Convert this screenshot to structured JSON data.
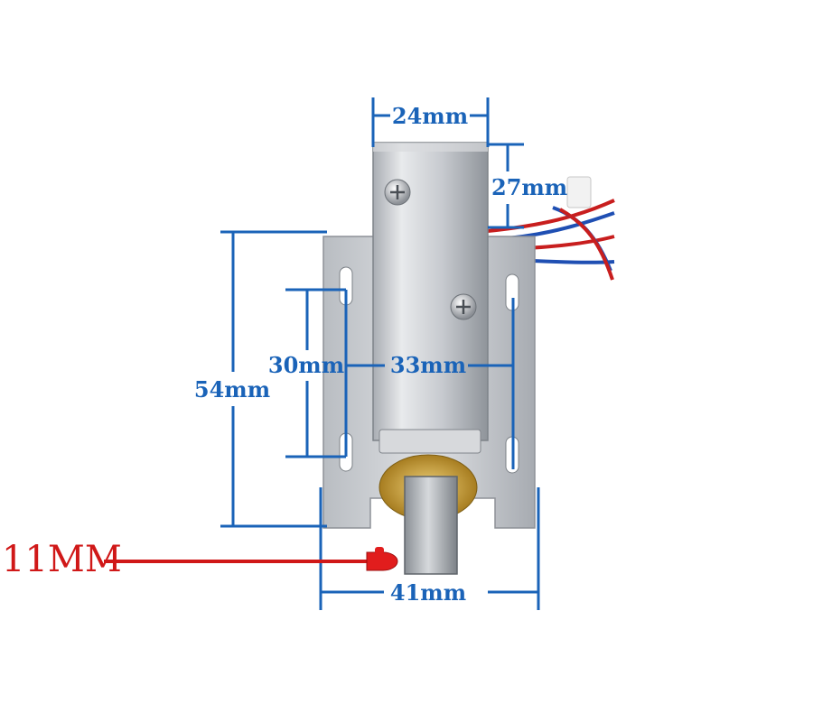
{
  "dimensions": {
    "top_width": "24mm",
    "height_right": "27mm",
    "overall_height": "54mm",
    "hole_spacing": "30mm",
    "body_width": "33mm",
    "bottom_width": "41mm",
    "bolt_extension": "11MM"
  },
  "colors": {
    "dimension": "#1a63b8",
    "bolt_callout": "#d01818",
    "metal": "#c9ccd0",
    "brass": "#c9a23a"
  },
  "icons": {
    "arrow_pointer": "pointing-hand-icon"
  }
}
